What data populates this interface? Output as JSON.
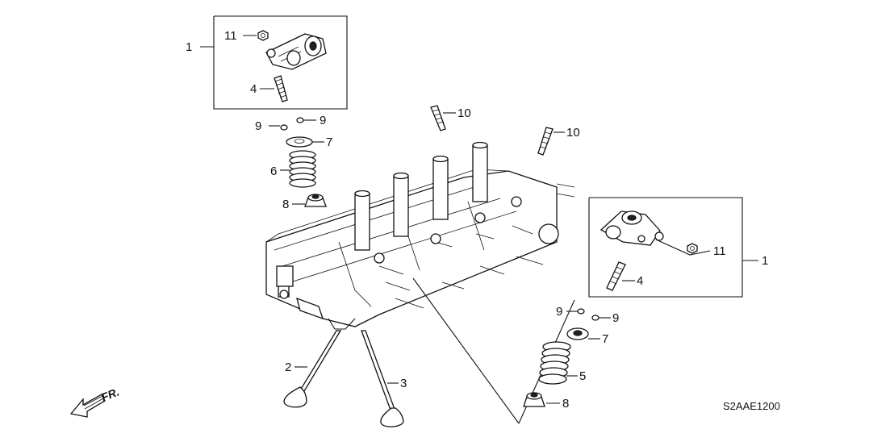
{
  "diagram": {
    "code": "S2AAE1200",
    "direction_label": "FR.",
    "callouts": {
      "c1a": "1",
      "c11a": "11",
      "c4a": "4",
      "c9a": "9",
      "c9b": "9",
      "c7a": "7",
      "c6": "6",
      "c8a": "8",
      "c10a": "10",
      "c10b": "10",
      "c11b": "11",
      "c1b": "1",
      "c4b": "4",
      "c9c": "9",
      "c9d": "9",
      "c7b": "7",
      "c5": "5",
      "c8b": "8",
      "c2": "2",
      "c3": "3"
    }
  }
}
